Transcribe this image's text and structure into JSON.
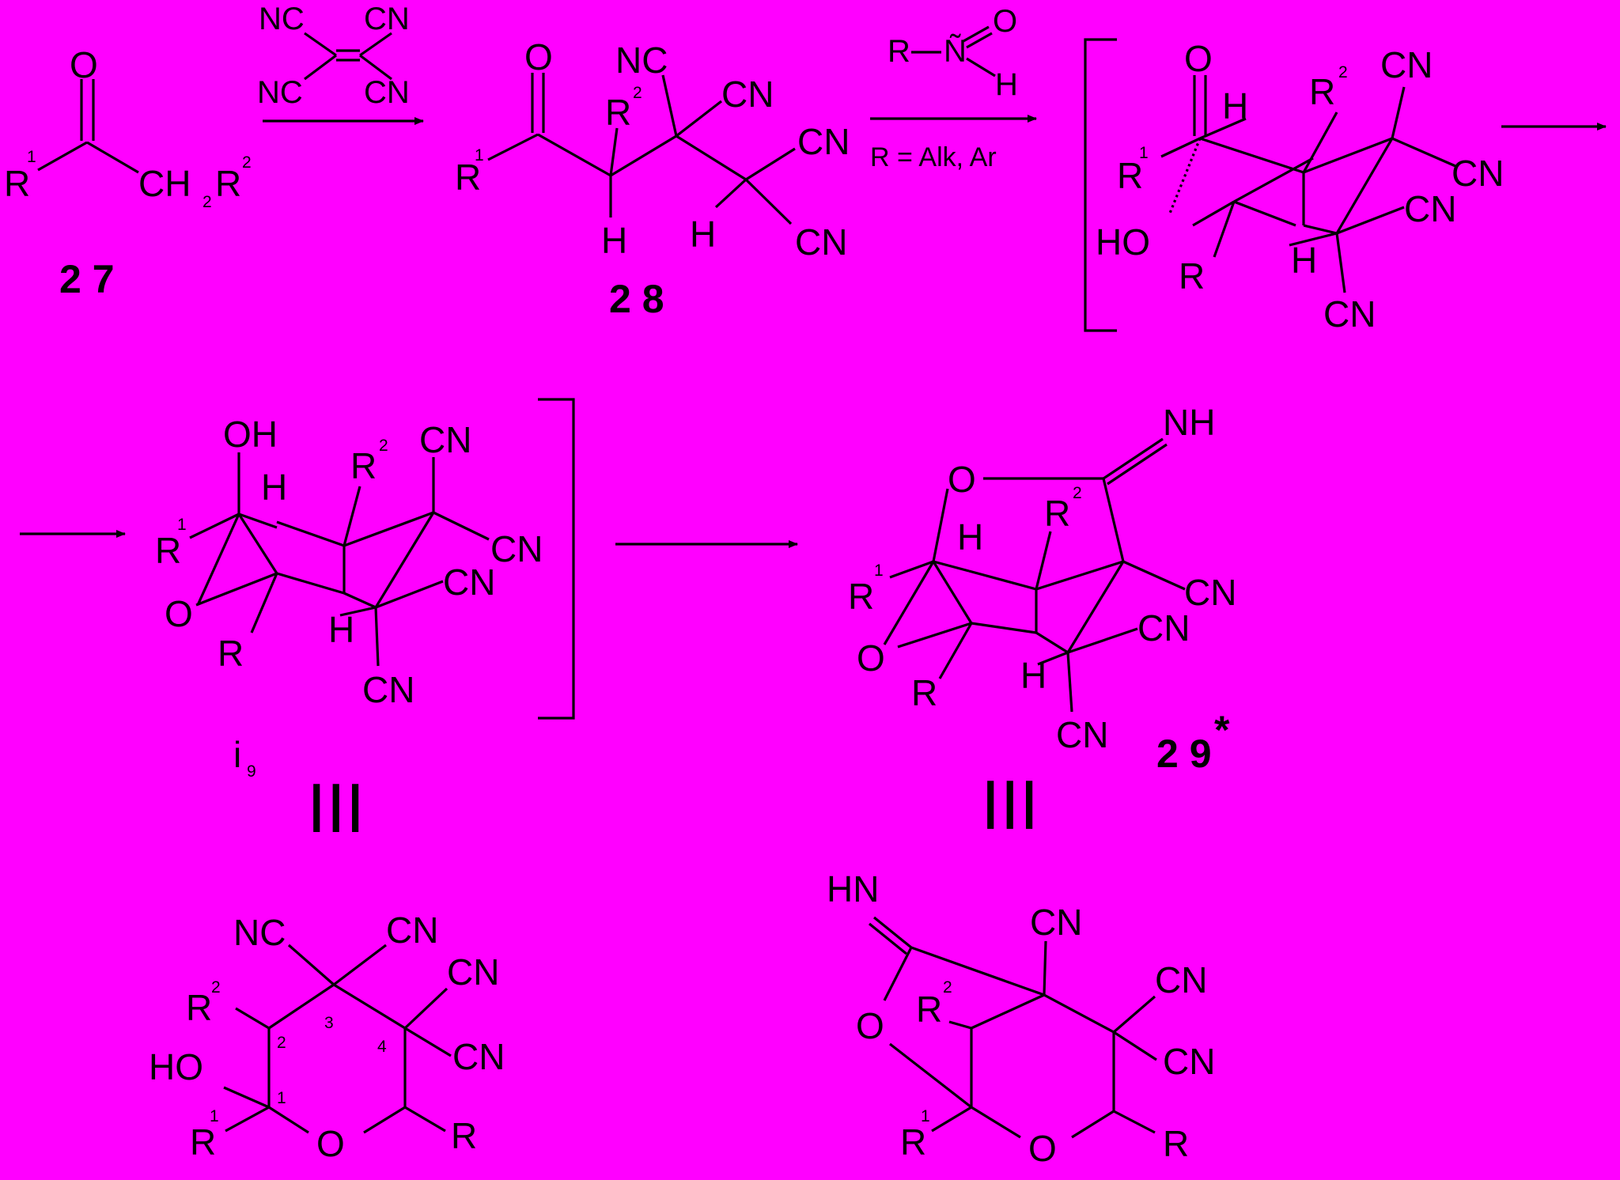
{
  "colors": {
    "background": "#ff00ff",
    "ink": "#000000"
  },
  "reagents": {
    "tcne": {
      "nc_top": "NC",
      "cn_top": "CN",
      "nc_bottom": "NC",
      "cn_bottom": "CN"
    },
    "hydroxylamine": {
      "r": "R",
      "n": "Ñ",
      "o": "O",
      "h": "H"
    },
    "condition": "R = Alk, Ar"
  },
  "compounds": {
    "c27": {
      "number": "2 7",
      "o": "O",
      "r1": "R",
      "r1_sup": "1",
      "ch2": "CH",
      "sub2": "2",
      "r2": "R",
      "r2_sup": "2"
    },
    "c28": {
      "number": "2 8",
      "o": "O",
      "r1": "R",
      "r1_sup": "1",
      "r2": "R",
      "r2_sup": "2",
      "h_a": "H",
      "h_b": "H",
      "nc": "NC",
      "cn_a": "CN",
      "cn_b": "CN",
      "cn_c": "CN"
    },
    "intermediate": {
      "o": "O",
      "r1": "R",
      "r1_sup": "1",
      "h_a": "H",
      "ho": "HO",
      "r": "R",
      "r2": "R",
      "r2_sup": "2",
      "h_b": "H",
      "cn_a": "CN",
      "cn_b": "CN",
      "cn_c": "CN",
      "cn_d": "CN"
    },
    "i9": {
      "label": "i",
      "label_sub": "9",
      "roman": "III",
      "oh": "OH",
      "h_a": "H",
      "r1": "R",
      "r1_sup": "1",
      "o": "O",
      "r": "R",
      "r2": "R",
      "r2_sup": "2",
      "h_b": "H",
      "cn_a": "CN",
      "cn_b": "CN",
      "cn_c": "CN",
      "cn_d": "CN"
    },
    "c29": {
      "number": "2 9",
      "star": "*",
      "roman": "III",
      "nh": "NH",
      "o_ring": "O",
      "h_a": "H",
      "r2": "R",
      "r2_sup": "2",
      "r1": "R",
      "r1_sup": "1",
      "o": "O",
      "r": "R",
      "h_b": "H",
      "cn_a": "CN",
      "cn_b": "CN",
      "cn_c": "CN"
    },
    "pyranA": {
      "nc": "NC",
      "cn_a": "CN",
      "cn_b": "CN",
      "cn_c": "CN",
      "r2": "R",
      "r2_sup": "2",
      "ho": "HO",
      "r1": "R",
      "r1_sup": "1",
      "o": "O",
      "r": "R",
      "n1": "1",
      "n2": "2",
      "n3": "3",
      "n4": "4"
    },
    "pyranB": {
      "hn": "HN",
      "o_ring": "O",
      "r2": "R",
      "r2_sup": "2",
      "r1": "R",
      "r1_sup": "1",
      "o": "O",
      "r": "R",
      "cn_a": "CN",
      "cn_b": "CN",
      "cn_c": "CN"
    }
  }
}
